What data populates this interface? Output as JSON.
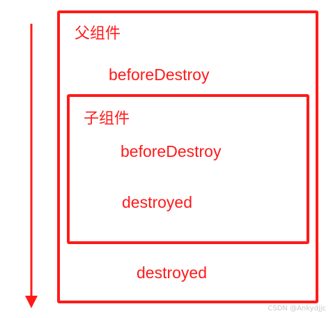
{
  "parent": {
    "title": "父组件",
    "before_destroy": "beforeDestroy",
    "destroyed": "destroyed"
  },
  "child": {
    "title": "子组件",
    "before_destroy": "beforeDestroy",
    "destroyed": "destroyed"
  },
  "watermark": "CSDN @Ankydjjc",
  "colors": {
    "accent": "#ff1a1a",
    "watermark": "#c8c8c8"
  },
  "icons": {
    "timeline": "down-arrow-icon"
  }
}
